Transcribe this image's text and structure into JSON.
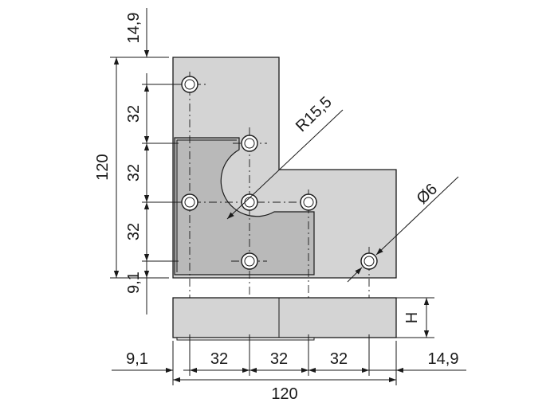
{
  "dimensions": {
    "top_offset": "14,9",
    "overall_height": "120",
    "pitch_v1": "32",
    "pitch_v2": "32",
    "pitch_v3": "32",
    "bottom_offset": "9,1",
    "radius": "R15,5",
    "hole_diameter": "Ø6",
    "thickness": "H",
    "left_offset": "9,1",
    "pitch_h1": "32",
    "pitch_h2": "32",
    "pitch_h3": "32",
    "right_offset": "14,9",
    "overall_width": "120"
  }
}
